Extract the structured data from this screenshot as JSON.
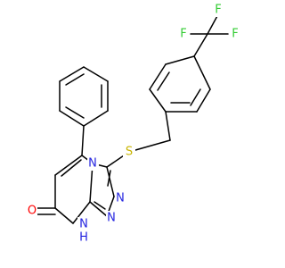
{
  "colors": {
    "background": "#ffffff",
    "bond": "#000000",
    "carbon": "#000000",
    "fluorine": "#33cc33",
    "sulfur": "#c8b400",
    "nitrogen": "#2424e0",
    "oxygen": "#ff0000"
  },
  "atoms": {
    "f1": "F",
    "f2": "F",
    "f3": "F",
    "s": "S",
    "n_ring": "N",
    "n2": "N",
    "n3": "N",
    "nh": "N",
    "h": "H",
    "o": "O"
  }
}
